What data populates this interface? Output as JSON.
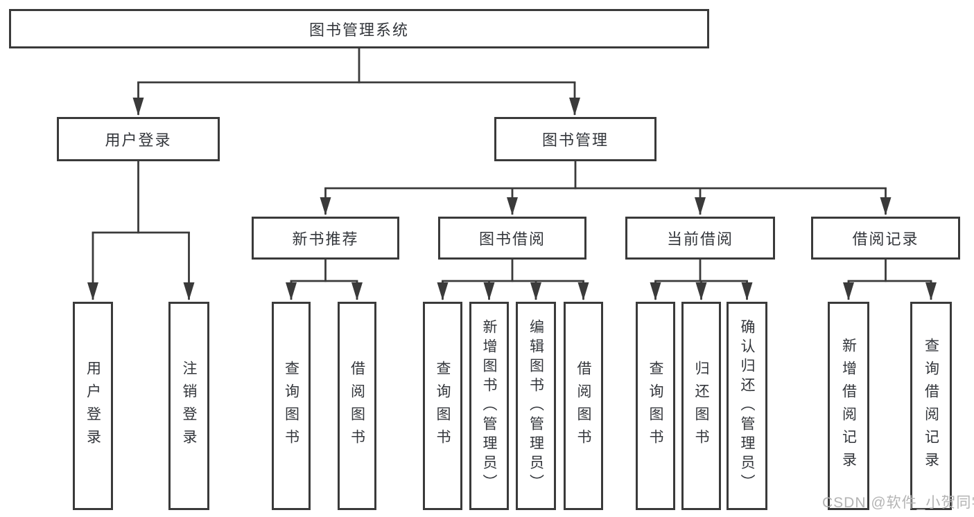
{
  "colors": {
    "line": "#3a3a3a",
    "box_border": "#3a3a3a",
    "box_fill": "#ffffff",
    "text": "#33363b",
    "watermark": "#b4b4b4",
    "background": "#ffffff"
  },
  "nodes": {
    "root": {
      "label": "图书管理系统"
    },
    "level2": {
      "login": {
        "label": "用户登录"
      },
      "management": {
        "label": "图书管理"
      }
    },
    "level3": {
      "new_books": {
        "label": "新书推荐"
      },
      "borrowing": {
        "label": "图书借阅"
      },
      "current": {
        "label": "当前借阅"
      },
      "records": {
        "label": "借阅记录"
      }
    },
    "level4": {
      "user_login": {
        "label": "用户登录"
      },
      "logout": {
        "label": "注销登录"
      },
      "nb_query": {
        "label": "查询图书"
      },
      "nb_borrow": {
        "label": "借阅图书"
      },
      "bb_query": {
        "label": "查询图书"
      },
      "bb_add": {
        "label": "新增图书（管理员）"
      },
      "bb_edit": {
        "label": "编辑图书（管理员）"
      },
      "bb_borrow": {
        "label": "借阅图书"
      },
      "cb_query": {
        "label": "查询图书"
      },
      "cb_return": {
        "label": "归还图书"
      },
      "cb_confirm": {
        "label": "确认归还（管理员）"
      },
      "br_add": {
        "label": "新增借阅记录"
      },
      "br_query": {
        "label": "查询借阅记录"
      }
    }
  },
  "watermark": {
    "text": "CSDN @软件_小贺同学"
  }
}
